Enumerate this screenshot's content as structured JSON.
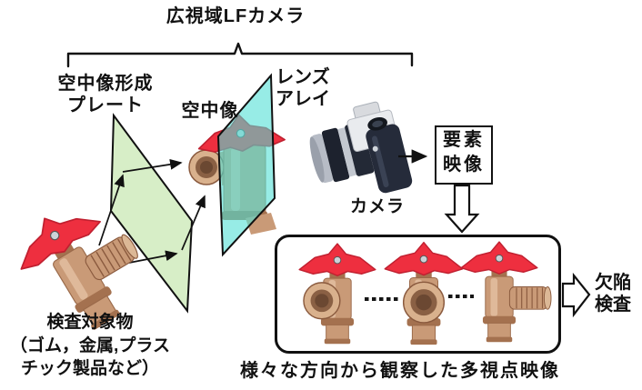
{
  "title": "広視域LFカメラ",
  "diagram": {
    "plate_label": "空中像形成\nプレート",
    "aerial_image_label": "空中像",
    "lens_array_label": "レンズ\nアレイ",
    "camera_label": "カメラ",
    "element_image_label": "要素\n映像",
    "target_label": "検査対象物\n（ゴム，金属,プラス\nチック製品など）",
    "multiview_label": "様々な方向から観察した多視点映像",
    "defect_label": "欠陥\n検査"
  },
  "icons": {
    "bracket": "wide-lf-camera-bracket",
    "camera": "camera-photo-icon",
    "plates": [
      "aerial-image-forming-plate",
      "lens-array-plate"
    ],
    "valves": [
      "target-valve-photo",
      "aerial-image-valve-photo",
      "viewpoint-valve-left",
      "viewpoint-valve-front",
      "viewpoint-valve-right"
    ],
    "arrows": [
      "light-ray-arrows",
      "camera-to-element-arrow",
      "element-to-multiview-arrow",
      "multiview-to-defect-arrow"
    ]
  },
  "colors": {
    "handle_red": "#ee2f3f",
    "handle_red_dark": "#c02030",
    "brass": "#c99a77",
    "brass_dark": "#a4714f",
    "brass_light": "#e6c3a6",
    "plate_green": "#d7eec7",
    "plate_cyan": "#52e0d6",
    "ink": "#111111"
  }
}
